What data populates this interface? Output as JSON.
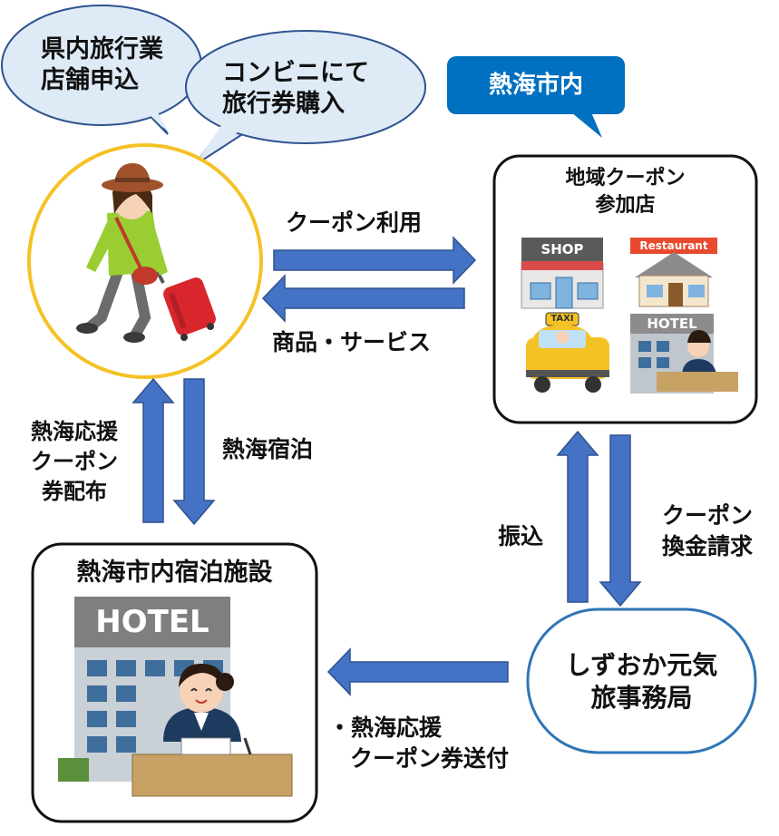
{
  "bubbles": {
    "prefecture_agency": [
      "県内旅行業",
      "店舗申込"
    ],
    "convenience_store": [
      "コンビニにて",
      "旅行券購入"
    ]
  },
  "atami_city_tag": "熱海市内",
  "partner_shops": {
    "title": [
      "地域クーポン",
      "参加店"
    ],
    "shop_sign": "SHOP",
    "restaurant_sign": "Restaurant",
    "taxi_sign": "TAXI",
    "hotel_sign": "HOTEL"
  },
  "hotel_facility": {
    "title": "熱海市内宿泊施設",
    "hotel_sign": "HOTEL"
  },
  "office": [
    "しずおか元気",
    "旅事務局"
  ],
  "flows": {
    "coupon_use": "クーポン利用",
    "goods_services": "商品・サービス",
    "coupon_distribution": [
      "熱海応援",
      "クーポン",
      "券配布"
    ],
    "atami_stay": "熱海宿泊",
    "transfer": "振込",
    "coupon_claim": [
      "クーポン",
      "換金請求"
    ],
    "coupon_sending": [
      "・熱海応援",
      "クーポン券送付"
    ]
  },
  "colors": {
    "arrow": "#4472C4",
    "arrow_edge": "#2F528F",
    "traveler_ring": "#F5C226",
    "office_ring": "#2E75B6",
    "tag_fill": "#0070C0"
  }
}
